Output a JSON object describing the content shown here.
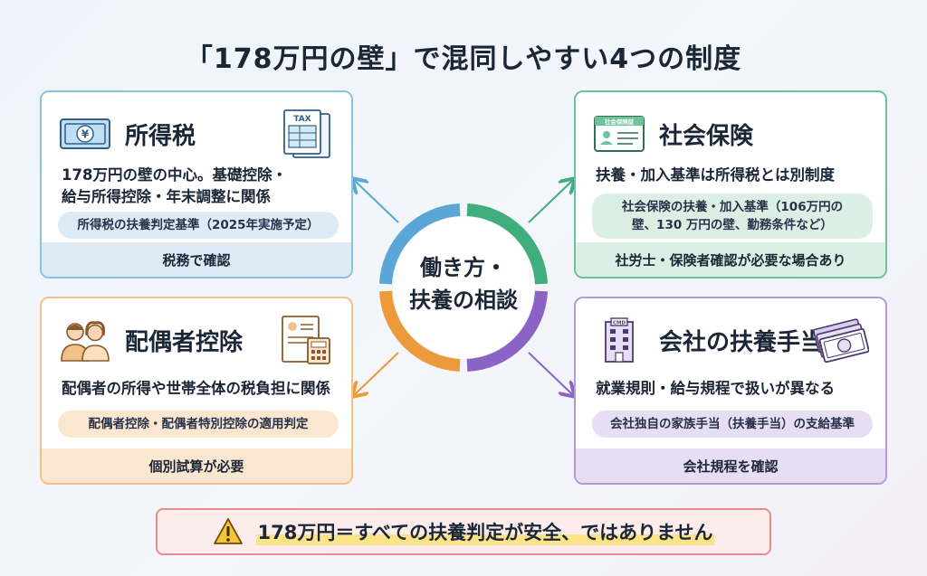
{
  "title": "「178万円の壁」で混同しやすい4つの制度",
  "center": {
    "line1": "働き方・",
    "line2": "扶養の相談"
  },
  "cards": {
    "income": {
      "name": "所得税",
      "desc1": "178万円の壁の中心。基礎控除・",
      "desc2": "給与所得控除・年末調整に関係",
      "pill": "所得税の扶養判定基準（2025年実施予定）",
      "footer": "税務で確認",
      "icon": "yen-bill-icon",
      "side_icon": "tax-document-icon",
      "side_icon_label": "TAX",
      "color": "#8ec1e0"
    },
    "social": {
      "name": "社会保険",
      "desc1": "扶養・加入基準は所得税とは別制度",
      "pill1": "社会保険の扶養・加入基準（106万円の",
      "pill2": "壁、130 万円の壁、勤務条件など）",
      "footer": "社労士・保険者確認が必要な場合あり",
      "icon": "insurance-card-icon",
      "icon_label": "社会保険証",
      "color": "#6dc29a"
    },
    "spouse": {
      "name": "配偶者控除",
      "desc1": "配偶者の所得や世帯全体の税負担に関係",
      "pill": "配偶者控除・配偶者特別控除の適用判定",
      "footer": "個別試算が必要",
      "icon": "couple-icon",
      "side_icon": "form-calculator-icon",
      "color": "#f0c28a"
    },
    "company": {
      "name": "会社の扶養手当",
      "desc1": "就業規則・給与規程で扱いが異なる",
      "pill": "会社独自の家族手当（扶養手当）の支給基準",
      "footer": "会社規程を確認",
      "icon": "office-building-icon",
      "icon_label": "CMD",
      "side_icon": "cash-bills-icon",
      "color": "#b49ad7"
    }
  },
  "warning": {
    "text": "178万円＝すべての扶養判定が安全、ではありません",
    "icon": "warning-triangle-icon"
  }
}
